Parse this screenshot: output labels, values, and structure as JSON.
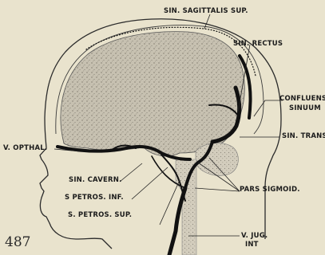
{
  "labels": {
    "sin_sagittalis_sup": "SIN. SAGITTALIS SUP.",
    "sin_rectus": "SIN. RECTUS",
    "confluens_sinuum_line1": "CONFLUENS",
    "confluens_sinuum_line2": "SINUUM",
    "sin_trans": "SIN. TRANS.",
    "v_opthal": "V. OPTHAL.",
    "sin_cavern": "SIN. CAVERN.",
    "s_petros_inf": "S PETROS. INF.",
    "s_petros_sup": "S. PETROS. SUP.",
    "pars_sigmoid": "PARS SIGMOID.",
    "v_jug_int_line1": "V. JUG.",
    "v_jug_int_line2": "INT"
  },
  "page_number": "487",
  "colors": {
    "paper": "#e9e3cd",
    "ink": "#1b1b1b",
    "brain_stipple": "#a9a395",
    "sinus_black": "#111111"
  }
}
